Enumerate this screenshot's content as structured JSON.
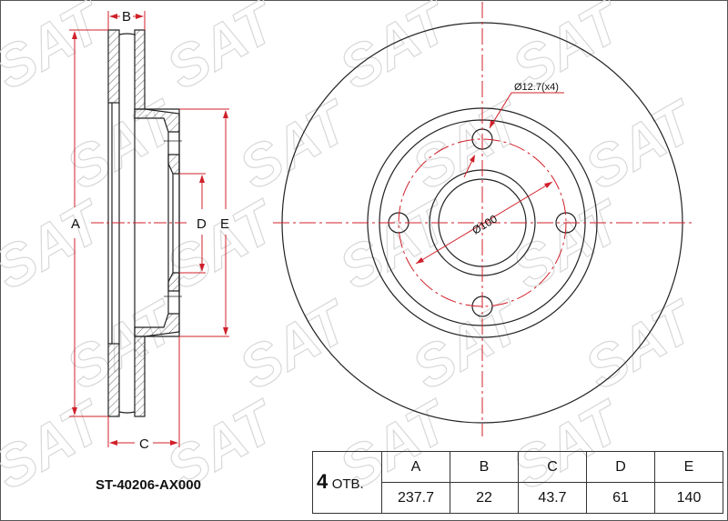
{
  "watermark": {
    "logo_text": "SAT"
  },
  "colors": {
    "dimension": "#d0202a",
    "outline": "#222222",
    "watermark": "#d8d8d8"
  },
  "side_view": {
    "labels": {
      "a": "A",
      "b": "B",
      "c": "C",
      "d": "D",
      "e": "E"
    }
  },
  "front_view": {
    "hole_label": "Ø12.7(x4)",
    "pcd_label": "Ø100"
  },
  "part_number": "ST-40206-AX000",
  "spec_table": {
    "holes_count": "4",
    "holes_suffix": "ОТВ.",
    "headers": [
      "A",
      "B",
      "C",
      "D",
      "E"
    ],
    "values": [
      "237.7",
      "22",
      "43.7",
      "61",
      "140"
    ]
  }
}
